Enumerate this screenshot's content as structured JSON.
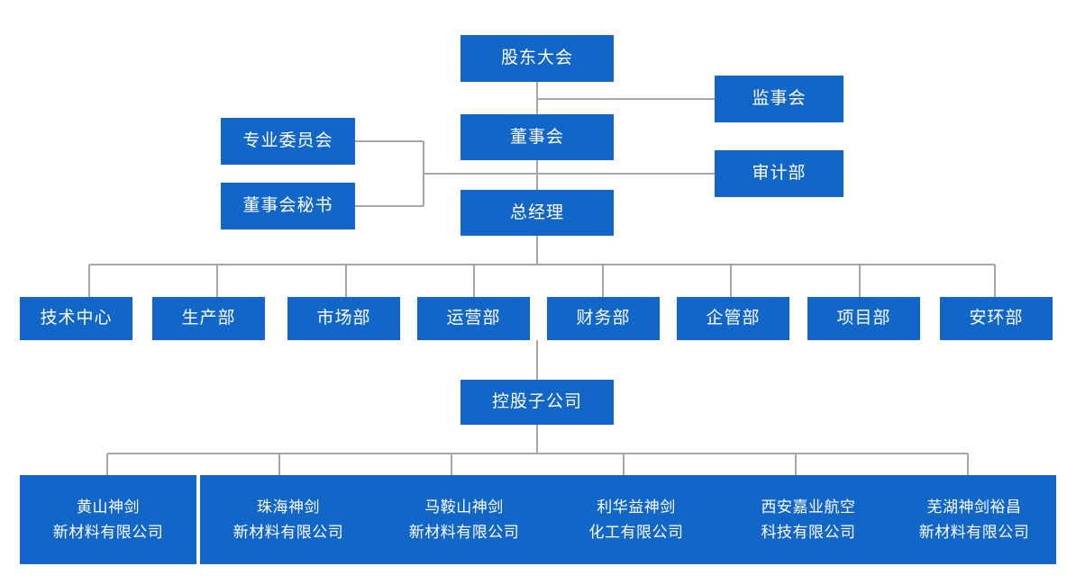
{
  "meta": {
    "title": "组织架构图",
    "accent_color": "#1266c8",
    "connector_color": "#a6a6a6",
    "text_color": "#ffffff",
    "background_color": "#ffffff"
  },
  "nodes": {
    "shareholders_meeting": {
      "label": "股东大会"
    },
    "board_of_supervisors": {
      "label": "监事会"
    },
    "board_of_directors": {
      "label": "董事会"
    },
    "professional_committee": {
      "label": "专业委员会"
    },
    "board_secretary": {
      "label": "董事会秘书"
    },
    "audit_department": {
      "label": "审计部"
    },
    "general_manager": {
      "label": "总经理"
    },
    "holding_subsidiaries": {
      "label": "控股子公司"
    }
  },
  "departments": [
    {
      "label": "技术中心"
    },
    {
      "label": "生产部"
    },
    {
      "label": "市场部"
    },
    {
      "label": "运营部"
    },
    {
      "label": "财务部"
    },
    {
      "label": "企管部"
    },
    {
      "label": "项目部"
    },
    {
      "label": "安环部"
    }
  ],
  "subsidiaries": [
    {
      "line1": "黄山神剑",
      "line2": "新材料有限公司"
    },
    {
      "line1": "珠海神剑",
      "line2": "新材料有限公司"
    },
    {
      "line1": "马鞍山神剑",
      "line2": "新材料有限公司"
    },
    {
      "line1": "利华益神剑",
      "line2": "化工有限公司"
    },
    {
      "line1": "西安嘉业航空",
      "line2": "科技有限公司"
    },
    {
      "line1": "芜湖神剑裕昌",
      "line2": "新材料有限公司"
    }
  ]
}
